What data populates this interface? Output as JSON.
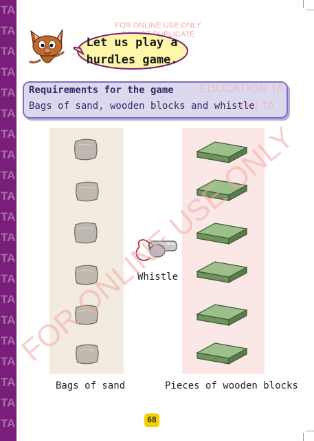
{
  "side_band": {
    "letters": [
      "TA",
      "TA",
      "TA",
      "TA",
      "TA",
      "TA",
      "TA",
      "TA",
      "TA",
      "TA",
      "TA",
      "TA",
      "TA",
      "TA",
      "TA",
      "TA",
      "TA",
      "TA",
      "TA",
      "TA",
      "TA"
    ]
  },
  "stamp": {
    "line1": "FOR ONLINE USE ONLY",
    "line2": "DO NOT DUPLICATE"
  },
  "speech": {
    "line1": "Let us play a",
    "line2": "hurdles game."
  },
  "requirements": {
    "title": "Requirements for the game",
    "text": "Bags of sand, wooden blocks and whistle"
  },
  "watermarks": {
    "band1": "EDUCATION TA",
    "band2": "ION TA",
    "diagonal": "FOR ONLINE USE ONLY"
  },
  "labels": {
    "whistle": "Whistle",
    "sand": "Bags of sand",
    "blocks": "Pieces of wooden blocks"
  },
  "page": {
    "number": "68"
  },
  "colors": {
    "band": "#7a1e7c",
    "sand_panel": "#f2ece0",
    "block_panel": "#fbe8e6",
    "block_green": "#7fa470"
  },
  "icons": {
    "mascot": "cat-icon",
    "whistle": "whistle-icon",
    "sandbag": "sandbag-icon",
    "block": "wooden-block-icon"
  }
}
